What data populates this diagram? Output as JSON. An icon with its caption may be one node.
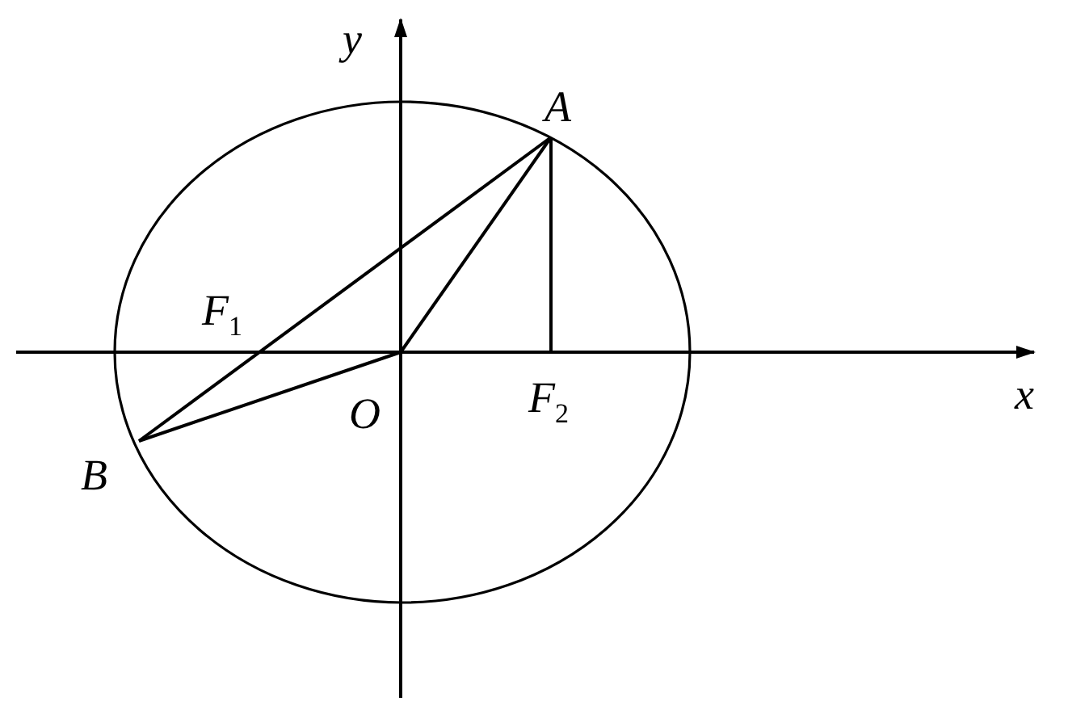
{
  "diagram": {
    "nodes": [
      {
        "text": [
          "A"
        ]
      },
      {
        "text": [
          "B"
        ]
      },
      {
        "text": [
          "O"
        ]
      },
      {
        "text": [
          "F$_{1}$"
        ]
      },
      {
        "text": [
          "F$_{2}$"
        ]
      }
    ],
    "edges": [
      {
        "from": 1,
        "to": 0,
        "arrow": "none"
      },
      {
        "from": 2,
        "to": 0,
        "arrow": "none"
      },
      {
        "from": 1,
        "to": 2,
        "arrow": "none"
      },
      {
        "from": 0,
        "to": 4,
        "arrow": "none"
      }
    ],
    "labels": [
      "y",
      "x"
    ]
  }
}
